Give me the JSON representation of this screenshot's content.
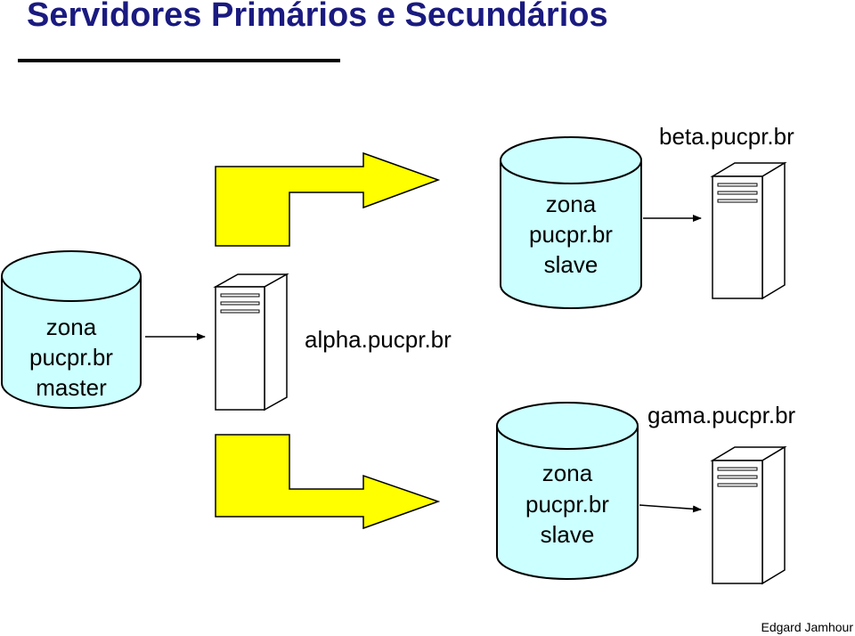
{
  "title": "Servidores Primários e Secundários",
  "footer": "Edgard Jamhour",
  "colors": {
    "title": "#1a1a80",
    "cylinder_fill": "#ccffff",
    "arrow_fill": "#ffff00"
  },
  "master_zone": {
    "line1": "zona",
    "line2": "pucpr.br",
    "line3": "master"
  },
  "slave_zone_top": {
    "line1": "zona",
    "line2": "pucpr.br",
    "line3": "slave"
  },
  "slave_zone_bottom": {
    "line1": "zona",
    "line2": "pucpr.br",
    "line3": "slave"
  },
  "servers": {
    "primary": "alpha.pucpr.br",
    "secondary_top": "beta.pucpr.br",
    "secondary_bottom": "gama.pucpr.br"
  }
}
